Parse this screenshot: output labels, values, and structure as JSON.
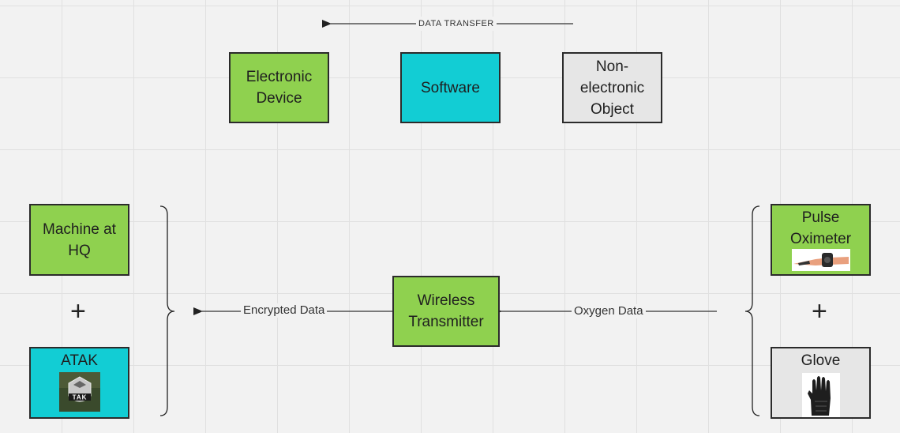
{
  "legend": {
    "data_transfer": "DATA TRANSFER",
    "electronic_device": "Electronic Device",
    "software": "Software",
    "non_electronic": "Non-electronic Object"
  },
  "nodes": {
    "machine_hq": "Machine at HQ",
    "atak": "ATAK",
    "atak_logo_text": "TAK",
    "wireless": "Wireless Transmitter",
    "pulse_oximeter": "Pulse Oximeter",
    "glove": "Glove"
  },
  "edges": {
    "encrypted": "Encrypted Data",
    "oxygen": "Oxygen Data"
  },
  "plus": "+",
  "colors": {
    "electronic": "#8fd14f",
    "software": "#12cdd4",
    "non_electronic": "#e6e6e6"
  }
}
